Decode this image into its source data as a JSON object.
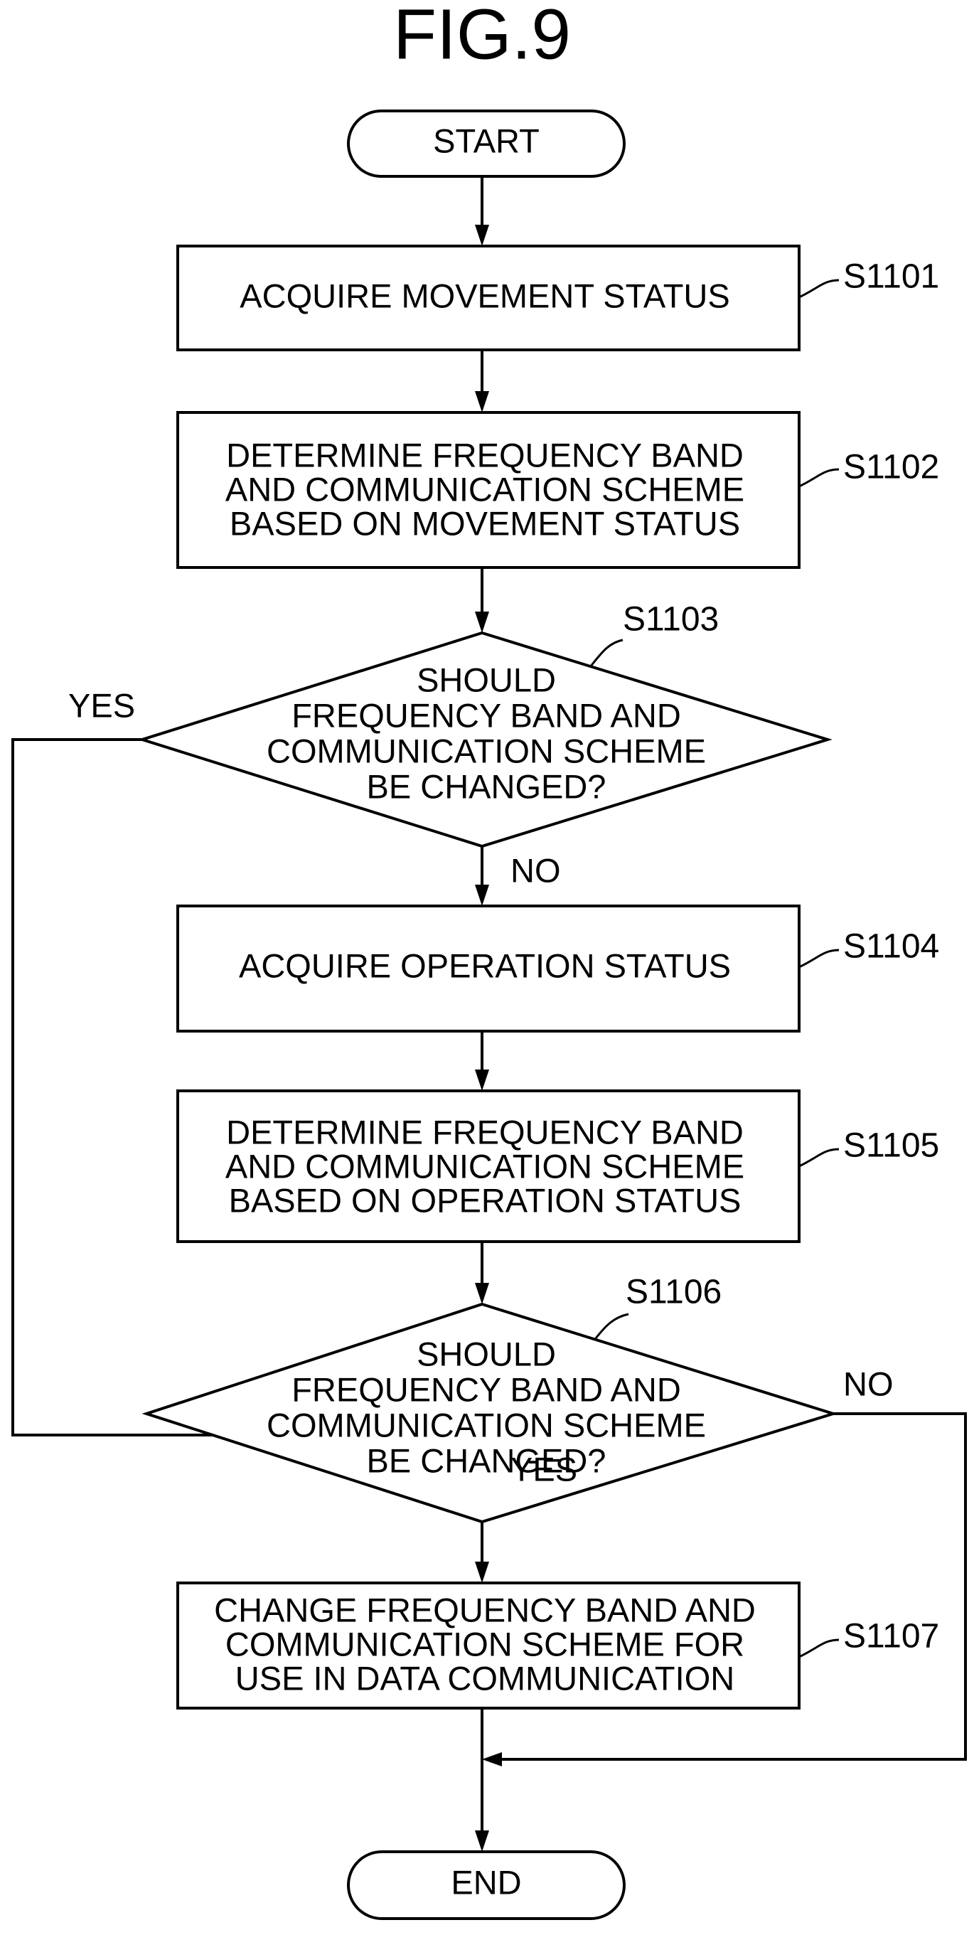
{
  "figure": {
    "title": "FIG.9"
  },
  "nodes": {
    "start": {
      "lines": [
        "START"
      ]
    },
    "s1101": {
      "step": "S1101",
      "lines": [
        "ACQUIRE MOVEMENT STATUS"
      ]
    },
    "s1102": {
      "step": "S1102",
      "lines": [
        "DETERMINE FREQUENCY BAND",
        "AND COMMUNICATION SCHEME",
        "BASED ON MOVEMENT STATUS"
      ]
    },
    "s1103": {
      "step": "S1103",
      "lines": [
        "SHOULD",
        "FREQUENCY BAND AND",
        "COMMUNICATION SCHEME",
        "BE CHANGED?"
      ]
    },
    "s1104": {
      "step": "S1104",
      "lines": [
        "ACQUIRE OPERATION STATUS"
      ]
    },
    "s1105": {
      "step": "S1105",
      "lines": [
        "DETERMINE FREQUENCY BAND",
        "AND COMMUNICATION SCHEME",
        "BASED ON OPERATION STATUS"
      ]
    },
    "s1106": {
      "step": "S1106",
      "lines": [
        "SHOULD",
        "FREQUENCY BAND AND",
        "COMMUNICATION SCHEME",
        "BE CHANGED?"
      ]
    },
    "s1107": {
      "step": "S1107",
      "lines": [
        "CHANGE FREQUENCY BAND AND",
        "COMMUNICATION SCHEME FOR",
        "USE IN DATA COMMUNICATION"
      ]
    },
    "end": {
      "lines": [
        "END"
      ]
    }
  },
  "branches": {
    "s1103_yes": "YES",
    "s1103_no": "NO",
    "s1106_no": "NO",
    "s1106_yes": "YES"
  }
}
